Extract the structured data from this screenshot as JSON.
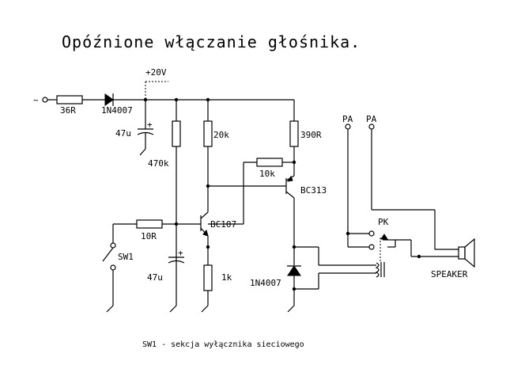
{
  "title": "Opóźnione włączanie głośnika.",
  "caption": "SW1 - sekcja wyłącznika sieciowego",
  "labels": {
    "ac_input": "~",
    "r_36": "36R",
    "d1": "1N4007",
    "vplus": "+20V",
    "c1": "47u",
    "c1_pol": "+",
    "r_470k": "470k",
    "r_20k": "20k",
    "r_390r": "390R",
    "r_10k": "10k",
    "q2": "BC313",
    "q1": "BC107",
    "r_10r": "10R",
    "sw1": "SW1",
    "c2": "47u",
    "c2_pol": "+",
    "r_1k": "1k",
    "d2": "1N4007",
    "pa1": "PA",
    "pa2": "PA",
    "pk": "PK",
    "speaker": "SPEAKER"
  }
}
